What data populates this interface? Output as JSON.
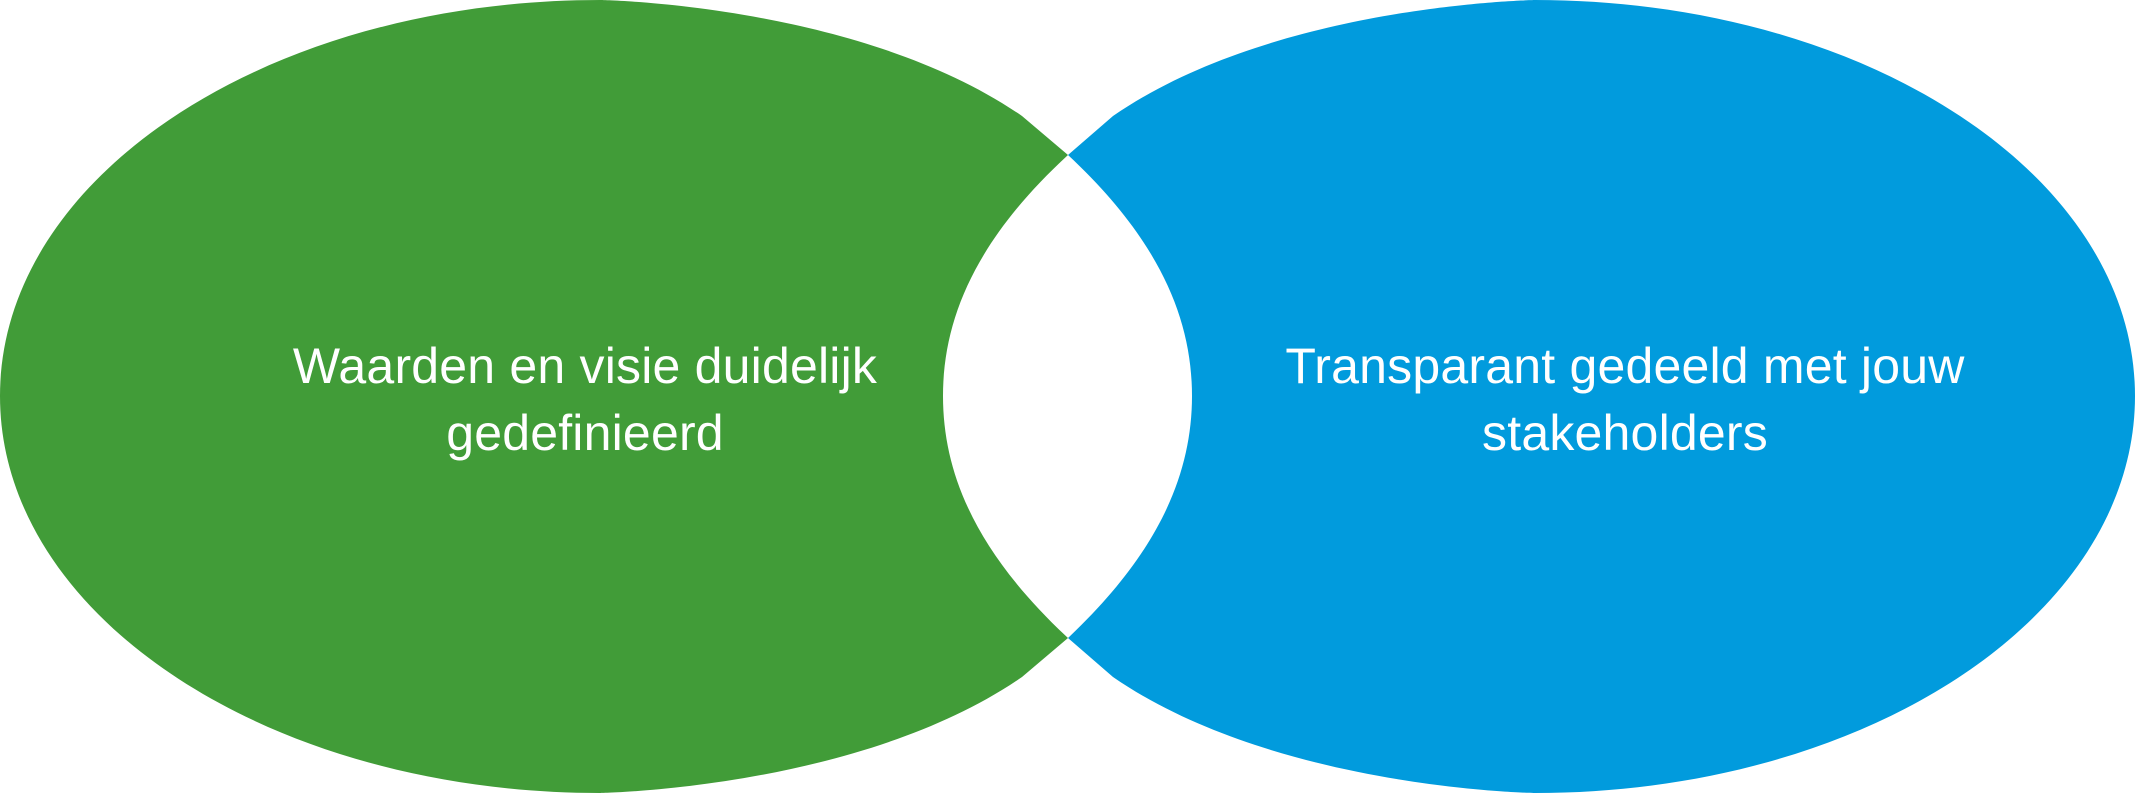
{
  "diagram": {
    "left_ellipse": {
      "color": "#419C38",
      "text_lines": [
        "Waarden en visie duidelijk",
        "gedefinieerd"
      ]
    },
    "right_ellipse": {
      "color": "#019BDD",
      "text_lines": [
        "Transparant gedeeld met jouw",
        "stakeholders"
      ]
    },
    "overlap": {
      "color": "#FFFFFF"
    }
  }
}
